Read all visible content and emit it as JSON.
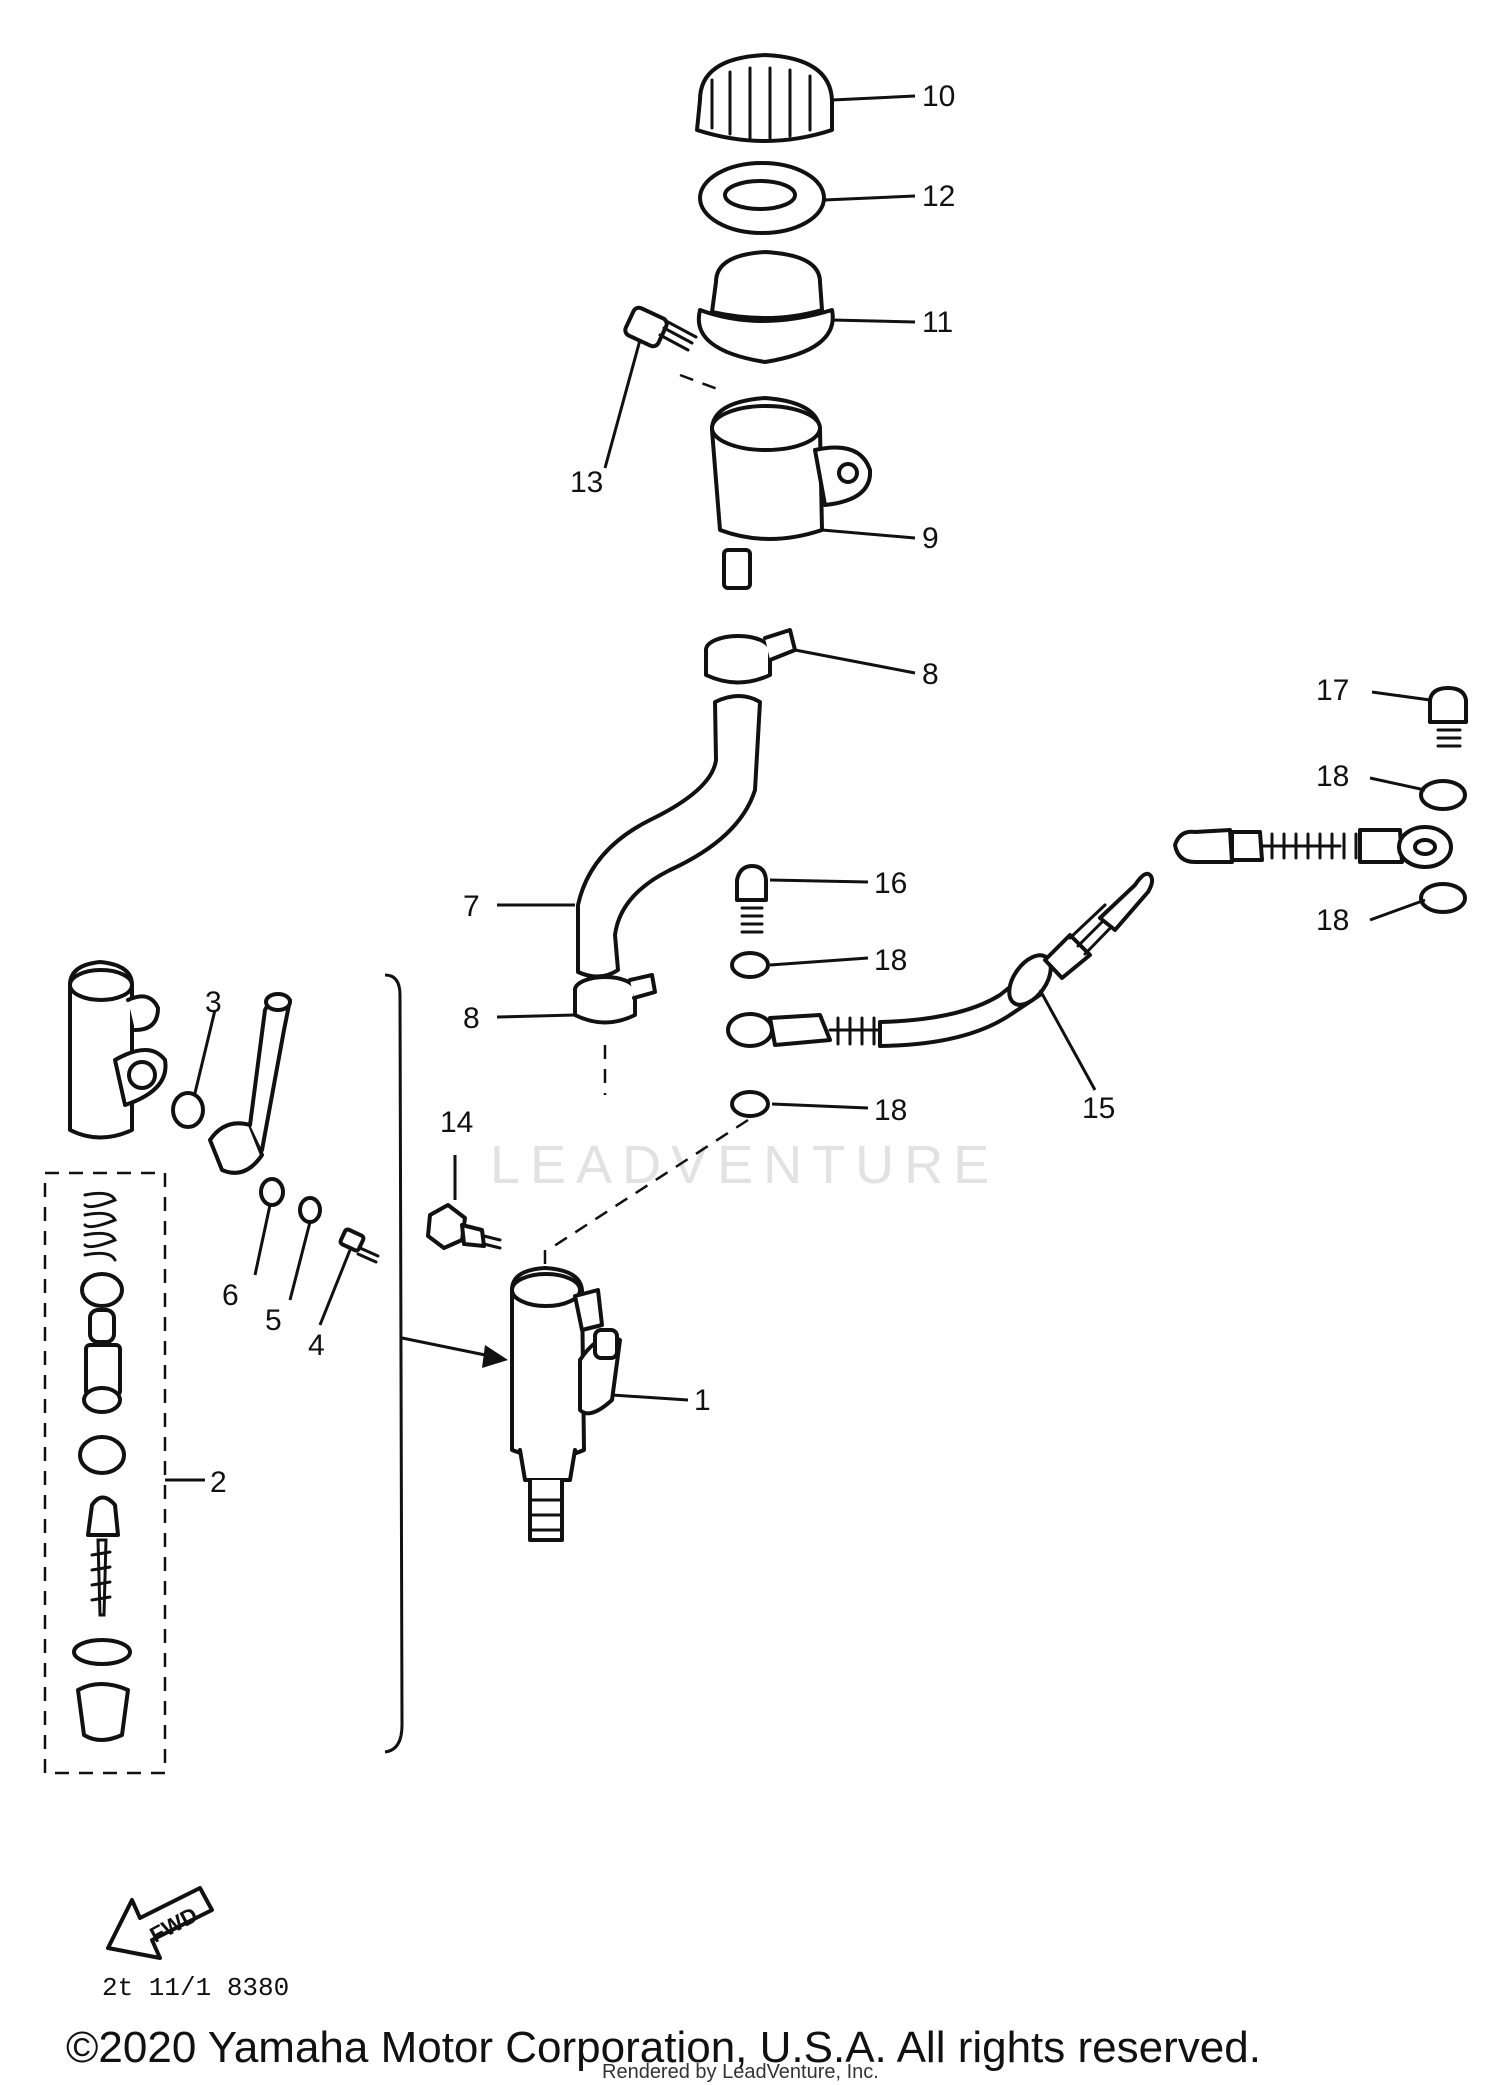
{
  "diagram": {
    "labels": [
      "1",
      "2",
      "3",
      "4",
      "5",
      "6",
      "7",
      "8",
      "8",
      "9",
      "10",
      "11",
      "12",
      "13",
      "14",
      "15",
      "16",
      "17",
      "18",
      "18",
      "18",
      "18"
    ],
    "fwd_label": "FWD",
    "drawing_code": "2t 11/1 8380",
    "watermark": "LEADVENTURE",
    "copyright": "©2020 Yamaha Motor Corporation, U.S.A. All rights reserved.",
    "rendered_by": "Rendered by LeadVenture, Inc."
  }
}
